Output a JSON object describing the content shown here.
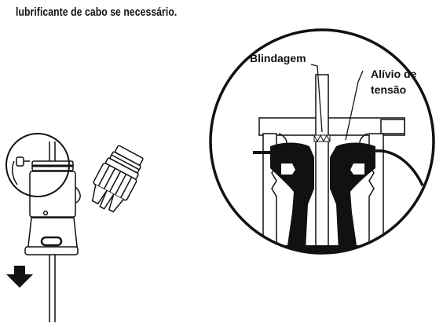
{
  "document": {
    "intro_text": "lubrificante de cabo se necessário."
  },
  "callouts": {
    "shield_label": "Blindagem",
    "strain_relief_line1": "Alívio de",
    "strain_relief_line2": "tensão"
  },
  "icons": {
    "direction_arrow": "arrow-down-icon"
  },
  "colors": {
    "ink": "#111111",
    "paper": "#ffffff"
  }
}
